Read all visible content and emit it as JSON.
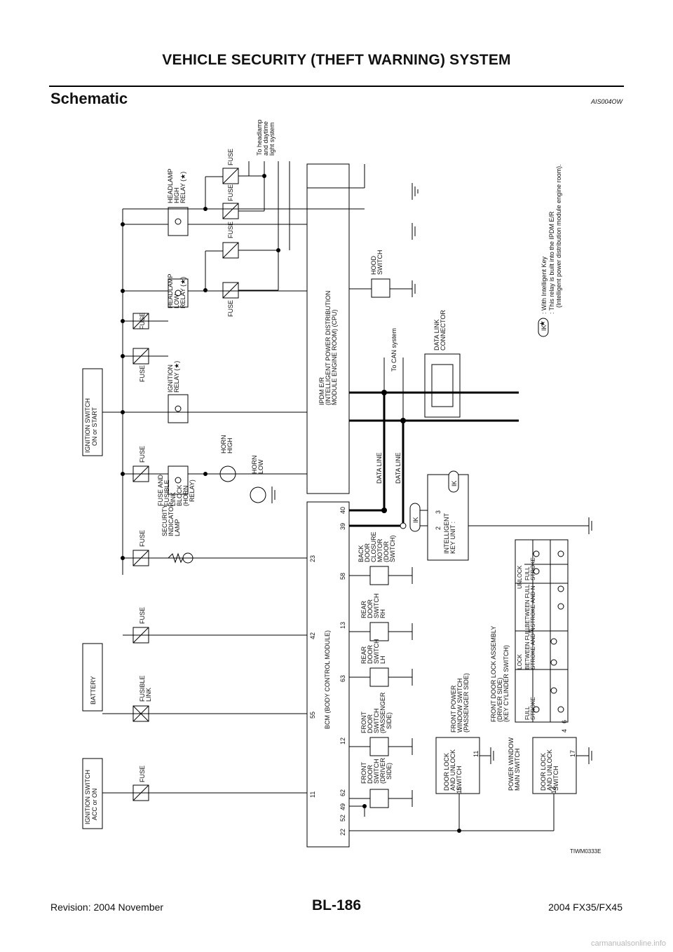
{
  "header": {
    "title": "VEHICLE SECURITY (THEFT WARNING) SYSTEM"
  },
  "section": {
    "title": "Schematic",
    "code": "AIS004OW"
  },
  "figure_code": "TIWM0333E",
  "footer": {
    "revision": "Revision: 2004 November",
    "page": "BL-186",
    "model": "2004 FX35/FX45"
  },
  "watermark": "carmanualsonline.info",
  "diagram": {
    "power": [
      "IGNITION SWITCH",
      "ACC or ON",
      "BATTERY",
      "IGNITION SWITCH",
      "ON or START"
    ],
    "fuse": "FUSE",
    "fusible_link": [
      "FUSIBLE",
      "LINK"
    ],
    "fuse_block": [
      "FUSE AND",
      "FUSIBLE",
      "LINK",
      "BLOCK",
      "(HORN",
      "RELAY)"
    ],
    "security_lamp": [
      "SECURITY",
      "INDICATOR",
      "LAMP"
    ],
    "ignition_relay": [
      "IGNITION",
      "RELAY (★)"
    ],
    "headlamp_low": [
      "HEADLAMP",
      "LOW",
      "RELAY (★)"
    ],
    "headlamp_high": [
      "HEADLAMP",
      "HIGH",
      "RELAY (★)"
    ],
    "headlamp_dest": [
      "To headlamp",
      "and daytime",
      "light system"
    ],
    "horn_high": [
      "HORN",
      "HIGH"
    ],
    "horn_low": [
      "HORN",
      "LOW"
    ],
    "ipdm": [
      "IPDM E/R",
      "(INTELLIGENT POWER DISTRIBUTION",
      "MODULE ENGINE ROOM) (CPU)"
    ],
    "hood_switch": [
      "HOOD",
      "SWITCH"
    ],
    "can": "To CAN system",
    "data_link": [
      "DATA LINK",
      "CONNECTOR"
    ],
    "data_line": "DATA LINE",
    "bcm": "BCM (BODY CONTROL MODULE)",
    "bcm_pins_top": [
      "11",
      "55",
      "42",
      "23"
    ],
    "bcm_pins_bottom": [
      "22",
      "52",
      "49",
      "62",
      "12",
      "63",
      "13",
      "58",
      "39",
      "40"
    ],
    "front_door_driver": [
      "FRONT",
      "DOOR",
      "SWITCH",
      "(DRIVER",
      "SIDE)"
    ],
    "front_door_pass": [
      "FRONT",
      "DOOR",
      "SWITCH",
      "(PASSENGER",
      "SIDE)"
    ],
    "rear_lh": [
      "REAR",
      "DOOR",
      "SWITCH",
      "LH"
    ],
    "rear_rh": [
      "REAR",
      "DOOR",
      "SWITCH",
      "RH"
    ],
    "back_door": [
      "BACK",
      "DOOR",
      "CLOSURE",
      "MOTOR",
      "(DOOR",
      "SWITCH)"
    ],
    "ik": "IK",
    "iku": [
      "INTELLIGENT",
      "KEY UNIT :"
    ],
    "iku_pins": [
      "2",
      "3"
    ],
    "lock_switch": [
      "DOOR LOCK",
      "AND UNLOCK",
      "SWITCH"
    ],
    "pw_pass": [
      "FRONT POWER",
      "WINDOW SWITCH",
      "(PASSENGER SIDE)"
    ],
    "pw_pass_pins": [
      "16",
      "11"
    ],
    "pw_main": [
      "POWER WINDOW",
      "MAIN SWITCH"
    ],
    "pw_main_pins": [
      "14",
      "17",
      "4",
      "6"
    ],
    "fdla": [
      "FRONT DOOR LOCK ASSEMBLY",
      "(DRIVER SIDE)",
      "(KEY CYLINDER SWITCH)"
    ],
    "table": {
      "lock": "LOCK",
      "unlock": "UNLOCK",
      "n": "N",
      "cols": [
        [
          "FULL",
          "STROKE"
        ],
        [
          "BETWEEN FULL",
          "STROKE AND N"
        ],
        [
          "BETWEEN FULL",
          "STROKE AND N"
        ],
        [
          "FULL",
          "STROKE"
        ]
      ]
    },
    "legend": [
      ": With Intelligent Key",
      ": This relay is built into the IPDM E/R",
      "(Intelligent power distribution module engine room)."
    ]
  }
}
